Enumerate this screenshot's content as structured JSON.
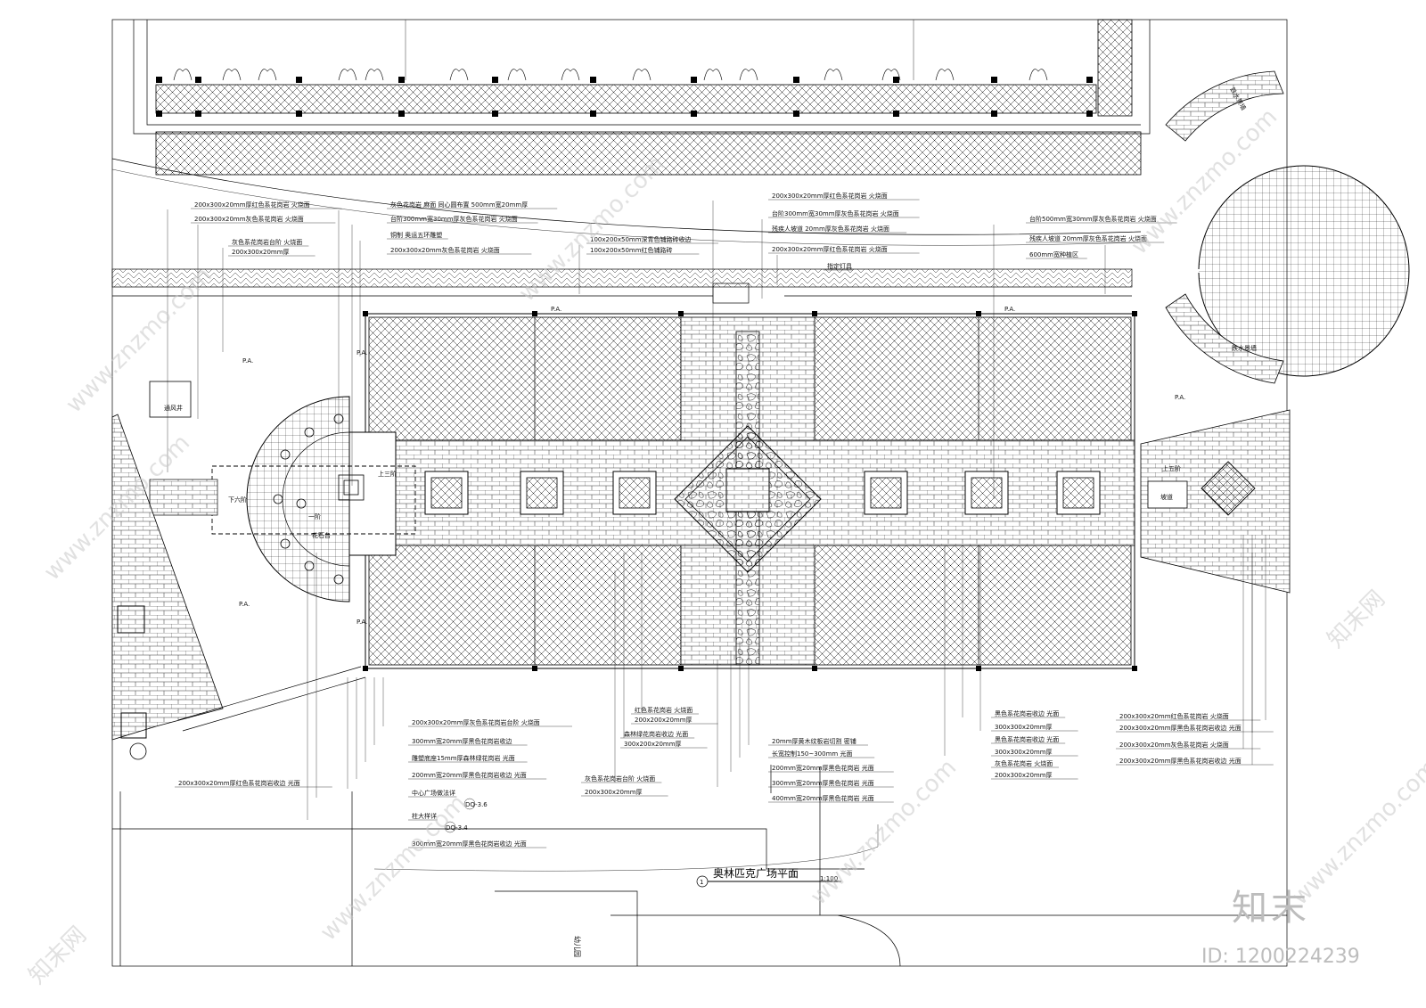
{
  "drawing": {
    "title": "奥林匹克广场平面",
    "scale": "1:100",
    "index_no": "1",
    "kindergarten": "幼儿园"
  },
  "labels_top": [
    "200x300x20mm厚红色系花岗岩 火烧面",
    "200x300x20mm灰色系花岗岩 火烧面",
    "灰色系花岗岩台阶 火烧面",
    "200x300x20mm厚",
    "灰色花岗岩 麻面 同心圆布置 500mm宽20mm厚",
    "台阶300mm宽30mm厚灰色系花岗岩 火烧面",
    "铜制 奥运五环雕塑",
    "200x300x20mm灰色系花岗岩 火烧面",
    "100x200x50mm深青色铺路砖收边",
    "100x200x50mm红色铺路砖",
    "200x300x20mm厚红色系花岗岩 火烧面",
    "台阶300mm宽30mm厚灰色系花岗岩 火烧面",
    "残疾人坡道 20mm厚灰色系花岗岩 火烧面",
    "200x300x20mm厚红色系花岗岩 火烧面",
    "指定灯具",
    "台阶500mm宽30mm厚灰色系花岗岩 火烧面",
    "残疾人坡道 20mm厚灰色系花岗岩 火烧面",
    "600mm宽种植区"
  ],
  "labels_bottom": [
    "200x300x20mm厚灰色系花岗岩台阶 火烧面",
    "300mm宽20mm厚黑色花岗岩收边",
    "雕塑底座15mm厚森林绿花岗岩 光面",
    "200mm宽20mm厚黑色花岗岩收边 光面",
    "中心广场做法详",
    "柱大样详",
    "300mm宽20mm厚黑色花岗岩收边 光面",
    "200x300x20mm厚红色系花岗岩收边 光面",
    "红色系花岗岩 火烧面",
    "200x200x20mm厚",
    "森林绿花岗岩收边 光面",
    "300x200x20mm厚",
    "灰色系花岗岩台阶 火烧面",
    "200x300x20mm厚",
    "20mm厚黄木纹板岩切割 密铺",
    "长宽控制150~300mm 光面",
    "200mm宽20mm厚黑色花岗岩 光面",
    "300mm宽20mm厚黑色花岗岩 光面",
    "400mm宽20mm厚黑色花岗岩 光面",
    "黑色系花岗岩收边 光面",
    "300x300x20mm厚",
    "黑色系花岗岩收边 光面",
    "300x300x20mm厚",
    "灰色系花岗岩 火烧面",
    "200x300x20mm厚",
    "200x300x20mm红色系花岗岩 火烧面",
    "200x300x20mm厚黑色系花岗岩收边 光面",
    "200x300x20mm灰色系花岗岩 火烧面",
    "200x300x20mm厚黑色系花岗岩收边 光面"
  ],
  "refs": [
    "DQ-3.6",
    "DQ-3.4"
  ],
  "site_labels": {
    "pa": "P.A.",
    "vent": "通风井",
    "ramp": "坡道",
    "stairs_down": "下六阶",
    "stairs_up3": "上三阶",
    "stairs_up5": "上五阶",
    "stone_table": "花石台",
    "one_step": "一阶",
    "water_wall": "跌水景墙",
    "water_feature": "跌水景墙",
    "fill": "P.A."
  },
  "watermark": {
    "site": "www.znzmo.com",
    "brand_cn": "知末网",
    "brand": "知末",
    "id": "ID: 1200224239"
  }
}
